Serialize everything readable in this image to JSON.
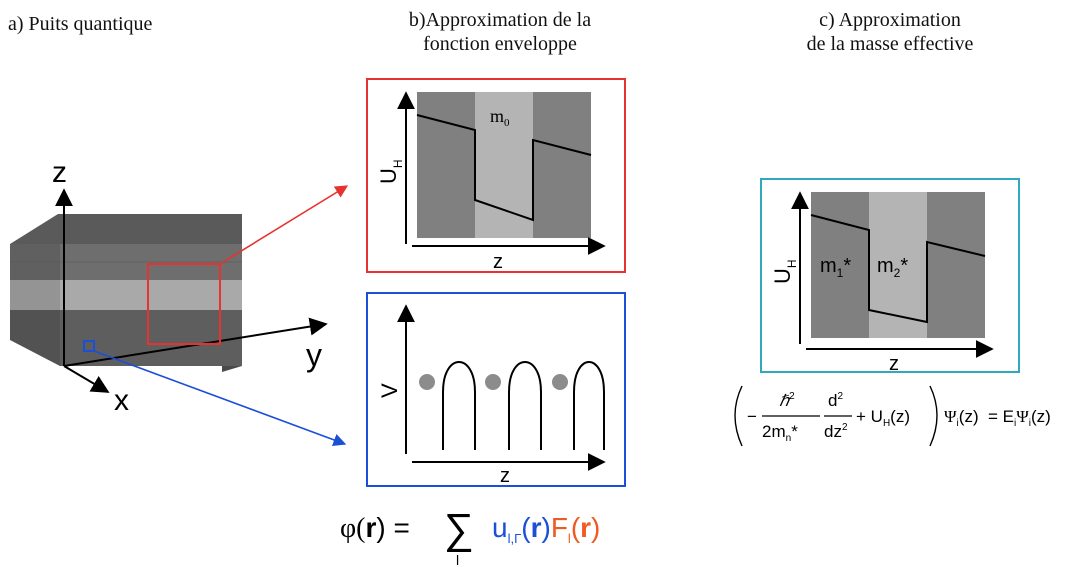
{
  "captions": {
    "a": "a) Puits quantique",
    "b_line1": "b)Approximation de la",
    "b_line2": "fonction enveloppe",
    "c_line1": "c) Approximation",
    "c_line2": "de la masse effective"
  },
  "axes3d": {
    "z": "z",
    "y": "y",
    "x": "x"
  },
  "panel_b_top": {
    "ylabel": "U",
    "ylabel_sub": "H",
    "xlabel": "z",
    "region": "m",
    "region_sub": "0"
  },
  "panel_b_bottom": {
    "ylabel": "V",
    "xlabel": "z"
  },
  "panel_c": {
    "ylabel": "U",
    "ylabel_sub": "H",
    "xlabel": "z",
    "m1": "m",
    "m1_sub": "1",
    "m1_sup": "*",
    "m2": "m",
    "m2_sub": "2",
    "m2_sup": "*"
  },
  "formula_phi": {
    "phi": "φ(",
    "r1": "r",
    "eq": ") = ",
    "sum": "∑",
    "sum_index": "l",
    "u": "u",
    "u_sub": "l,Γ",
    "r2": "r",
    "F": "F",
    "F_sub": "l",
    "r3": "r"
  },
  "formula_schrodinger": {
    "minus": "−",
    "hbar": "ℏ",
    "two": "2",
    "m": "2m",
    "m_sub": "n",
    "star": "*",
    "d": "d",
    "dz": "dz",
    "plus_U": "+ U",
    "U_sub": "H",
    "z_arg": "(z)",
    "psi": "Ψ",
    "i": "i",
    "eq": "= E",
    "E_sub": "i"
  },
  "colors": {
    "red": "#e8322f",
    "blue": "#1a4fd6",
    "cyan": "#30a8c0",
    "orange": "#f05a22",
    "dark": "#808080",
    "light": "#b4b4b4"
  }
}
